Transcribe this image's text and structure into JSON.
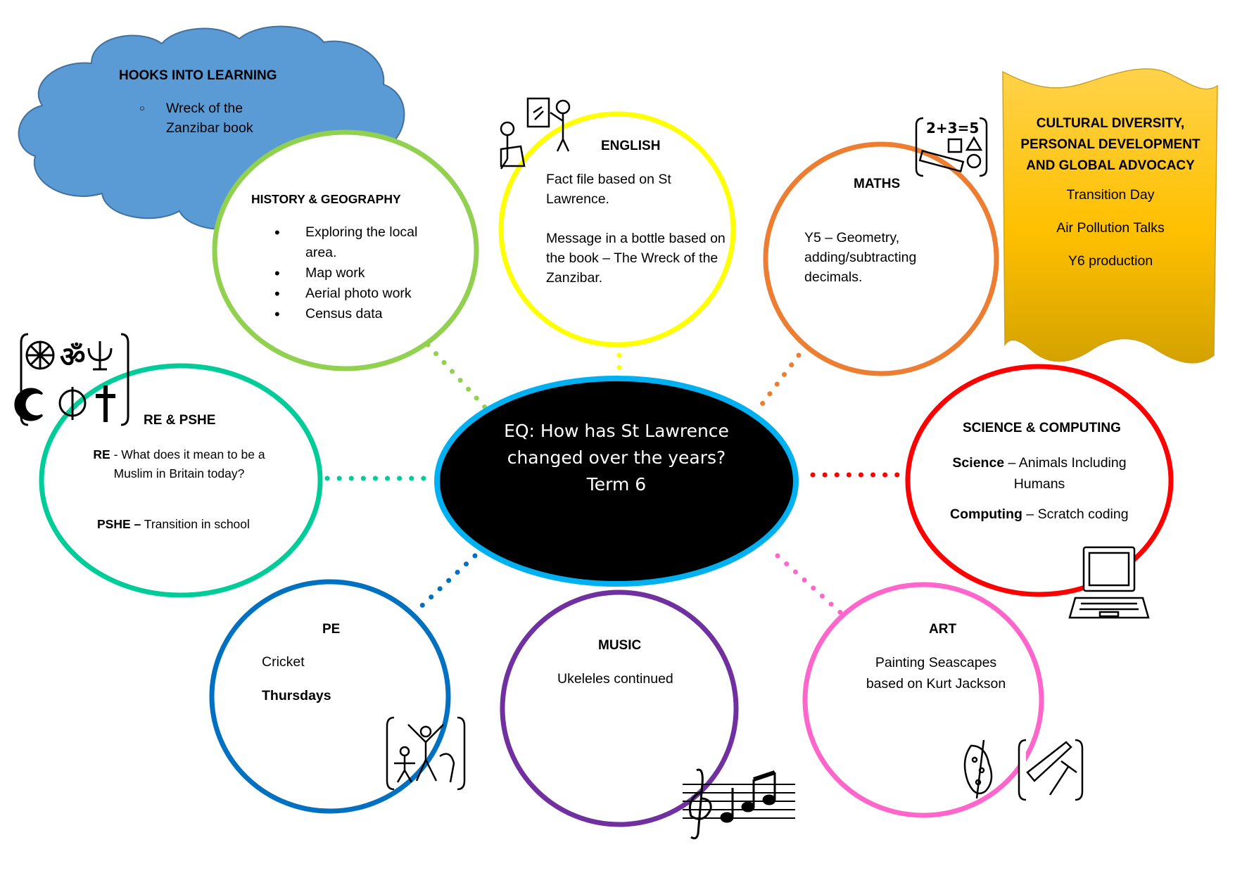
{
  "hooks": {
    "title": "HOOKS INTO LEARNING",
    "items": [
      "Wreck of the Zanzibar book"
    ]
  },
  "history_geography": {
    "title": "HISTORY & GEOGRAPHY",
    "items": [
      "Exploring the local area.",
      "Map work",
      "Aerial photo work",
      "Census data"
    ]
  },
  "english": {
    "title": "ENGLISH",
    "para1": "Fact file based on St Lawrence.",
    "para2": "Message in a bottle based on the book – The Wreck of the Zanzibar."
  },
  "maths": {
    "title": "MATHS",
    "text": "Y5 – Geometry, adding/subtracting decimals.",
    "icon_text": "2+3=5"
  },
  "cultural": {
    "title": "CULTURAL DIVERSITY, PERSONAL DEVELOPMENT AND GLOBAL ADVOCACY",
    "items": [
      "Transition Day",
      "Air Pollution Talks",
      "Y6 production"
    ]
  },
  "center": {
    "question": "EQ: How has St Lawrence changed over the years?",
    "term": "Term 6"
  },
  "re_pshe": {
    "title": "RE & PSHE",
    "re_label": "RE",
    "re_text": " - What does it mean to be a Muslim in Britain today?",
    "pshe_label": "PSHE –",
    "pshe_text": " Transition in school",
    "icon_text": "ॐ"
  },
  "science": {
    "title": "SCIENCE & COMPUTING",
    "science_label": "Science",
    "science_text": " – Animals Including Humans",
    "computing_label": "Computing",
    "computing_text": " – Scratch coding"
  },
  "pe": {
    "title": "PE",
    "line1": "Cricket",
    "line2": "Thursdays"
  },
  "music": {
    "title": "MUSIC",
    "text": "Ukeleles continued"
  },
  "art": {
    "title": "ART",
    "text": "Painting Seascapes based on Kurt Jackson"
  },
  "colors": {
    "cloud": "#5B9BD5",
    "history": "#92D050",
    "english": "#FFFF00",
    "maths": "#ED7D31",
    "cultural": "#FFC000",
    "center_border": "#00B0F0",
    "re": "#00CC99",
    "science": "#FF0000",
    "pe": "#0070C0",
    "music": "#7030A0",
    "art": "#FF66CC"
  },
  "icons": [
    "teacher-pupil-icon",
    "maths-icon",
    "religious-symbols-icon",
    "laptop-icon",
    "pe-figures-icon",
    "music-notes-icon",
    "painting-palette-icon",
    "tools-icon"
  ]
}
